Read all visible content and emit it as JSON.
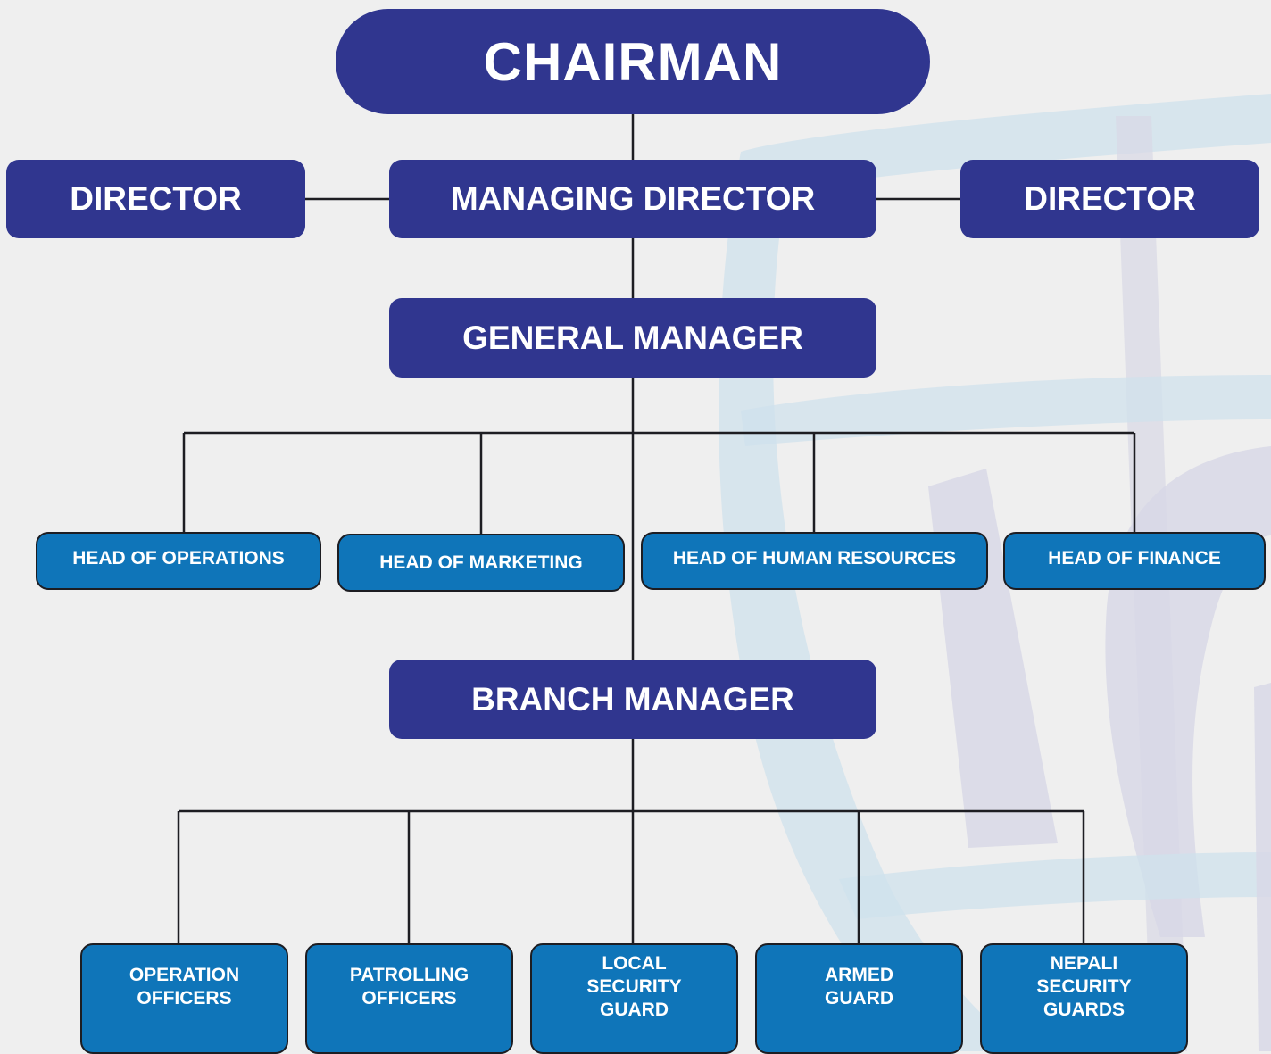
{
  "chart": {
    "chairman": "CHAIRMAN",
    "director_left": "DIRECTOR",
    "managing_director": "MANAGING DIRECTOR",
    "director_right": "DIRECTOR",
    "general_manager": "GENERAL MANAGER",
    "heads": [
      "HEAD OF OPERATIONS",
      "HEAD OF MARKETING",
      "HEAD OF HUMAN RESOURCES",
      "HEAD OF FINANCE"
    ],
    "branch_manager": "BRANCH MANAGER",
    "staff": [
      {
        "lines": [
          "OPERATION",
          "OFFICERS"
        ]
      },
      {
        "lines": [
          "PATROLLING",
          "OFFICERS"
        ]
      },
      {
        "lines": [
          "LOCAL",
          "SECURITY",
          "GUARD"
        ]
      },
      {
        "lines": [
          "ARMED",
          "GUARD"
        ]
      },
      {
        "lines": [
          "NEPALI",
          "SECURITY",
          "GUARDS"
        ]
      }
    ]
  },
  "colors": {
    "background": "#efefef",
    "primary_box": "#30368f",
    "secondary_box": "#0f75b9",
    "connector": "#1d1d22",
    "watermark_blue": "#cfe1ec",
    "watermark_grey": "#d8d8e6"
  }
}
